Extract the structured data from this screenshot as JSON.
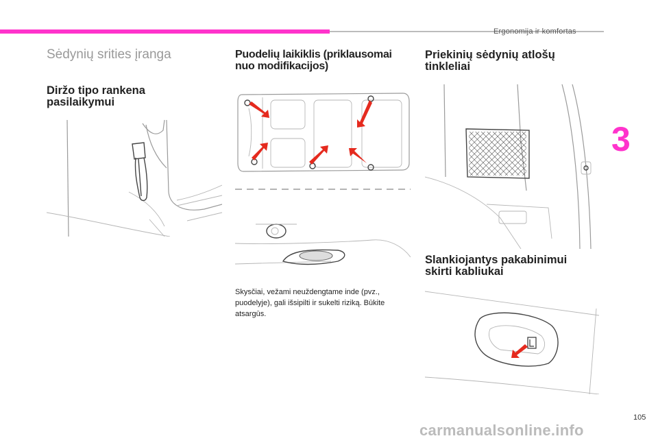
{
  "header": {
    "title": "Ergonomija ir komfortas",
    "chapter_number": "3"
  },
  "section_title": "Sėdynių srities įranga",
  "col1": {
    "heading": "Diržo tipo rankena pasilaikymui",
    "heading_l1": "Diržo tipo rankena",
    "heading_l2": "pasilaikymui"
  },
  "col2": {
    "heading_l1": "Puodelių laikiklis (priklausomai",
    "heading_l2": "nuo modifikacijos)",
    "note_l1": "Skysčiai, vežami neuždengtame inde (pvz.,",
    "note_l2": "puodelyje), gali išsipilti ir sukelti riziką. Būkite",
    "note_l3": "atsargūs."
  },
  "col3": {
    "heading1_l1": "Priekinių sėdynių atlošų",
    "heading1_l2": "tinkleliai",
    "heading2_l1": "Slankiojantys pakabinimui",
    "heading2_l2": "skirti kabliukai"
  },
  "page_number": "105",
  "watermark": "carmanualsonline.info",
  "colors": {
    "accent": "#ff33cc",
    "arrow": "#e52a1e"
  }
}
